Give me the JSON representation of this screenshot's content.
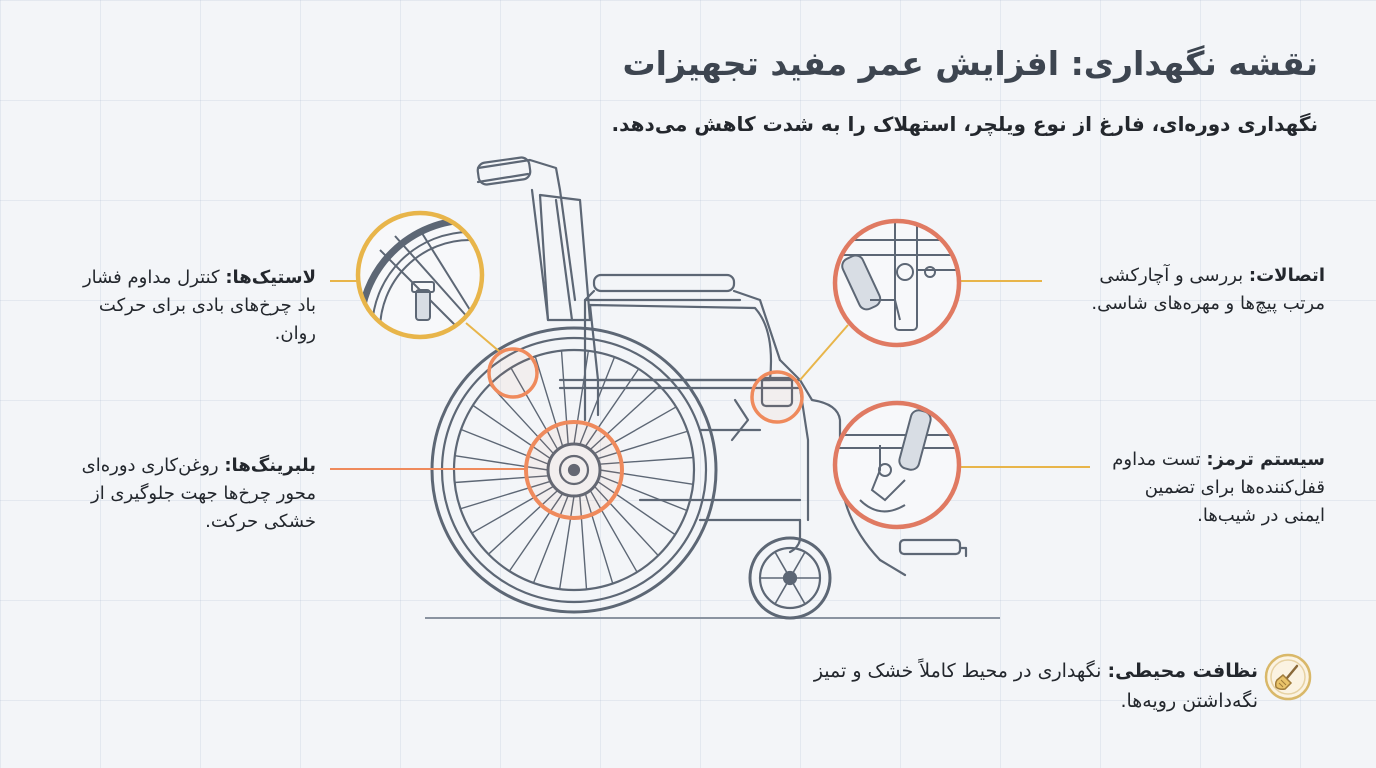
{
  "title": "نقشه نگهداری: افزایش عمر مفید تجهیزات",
  "subtitle": "نگهداری دوره‌ای، فارغ از نوع ویلچر، استهلاک را به شدت کاهش می‌دهد.",
  "callouts": {
    "tires": {
      "label": "لاستیک‌ها:",
      "text": "کنترل مداوم فشار باد چرخ‌های بادی برای حرکت روان."
    },
    "bearings": {
      "label": "بلبرینگ‌ها:",
      "text": "روغن‌کاری دوره‌ای محور چرخ‌ها جهت جلوگیری از خشکی حرکت."
    },
    "joints": {
      "label": "اتصالات:",
      "text": "بررسی و آچارکشی مرتب پیچ‌ها و مهره‌های شاسی."
    },
    "brakes": {
      "label": "سیستم ترمز:",
      "text": "تست مداوم قفل‌کننده‌ها برای تضمین ایمنی در شیب‌ها."
    },
    "environment": {
      "label": "نظافت محیطی:",
      "text": "نگهداری در محیط کاملاً خشک و تمیز نگه‌داشتن رویه‌ها."
    }
  },
  "icons": {
    "environment": "broom-icon",
    "tires": "tire-valve-icon",
    "joints": "bolt-joint-icon",
    "brakes": "brake-lever-icon"
  },
  "colors": {
    "tires_ring": "#e8b54a",
    "bearings_ring": "#ef8a5c",
    "joints_ring": "#e07a62",
    "brakes_ring": "#e07a62",
    "line_art": "#5d6775"
  }
}
